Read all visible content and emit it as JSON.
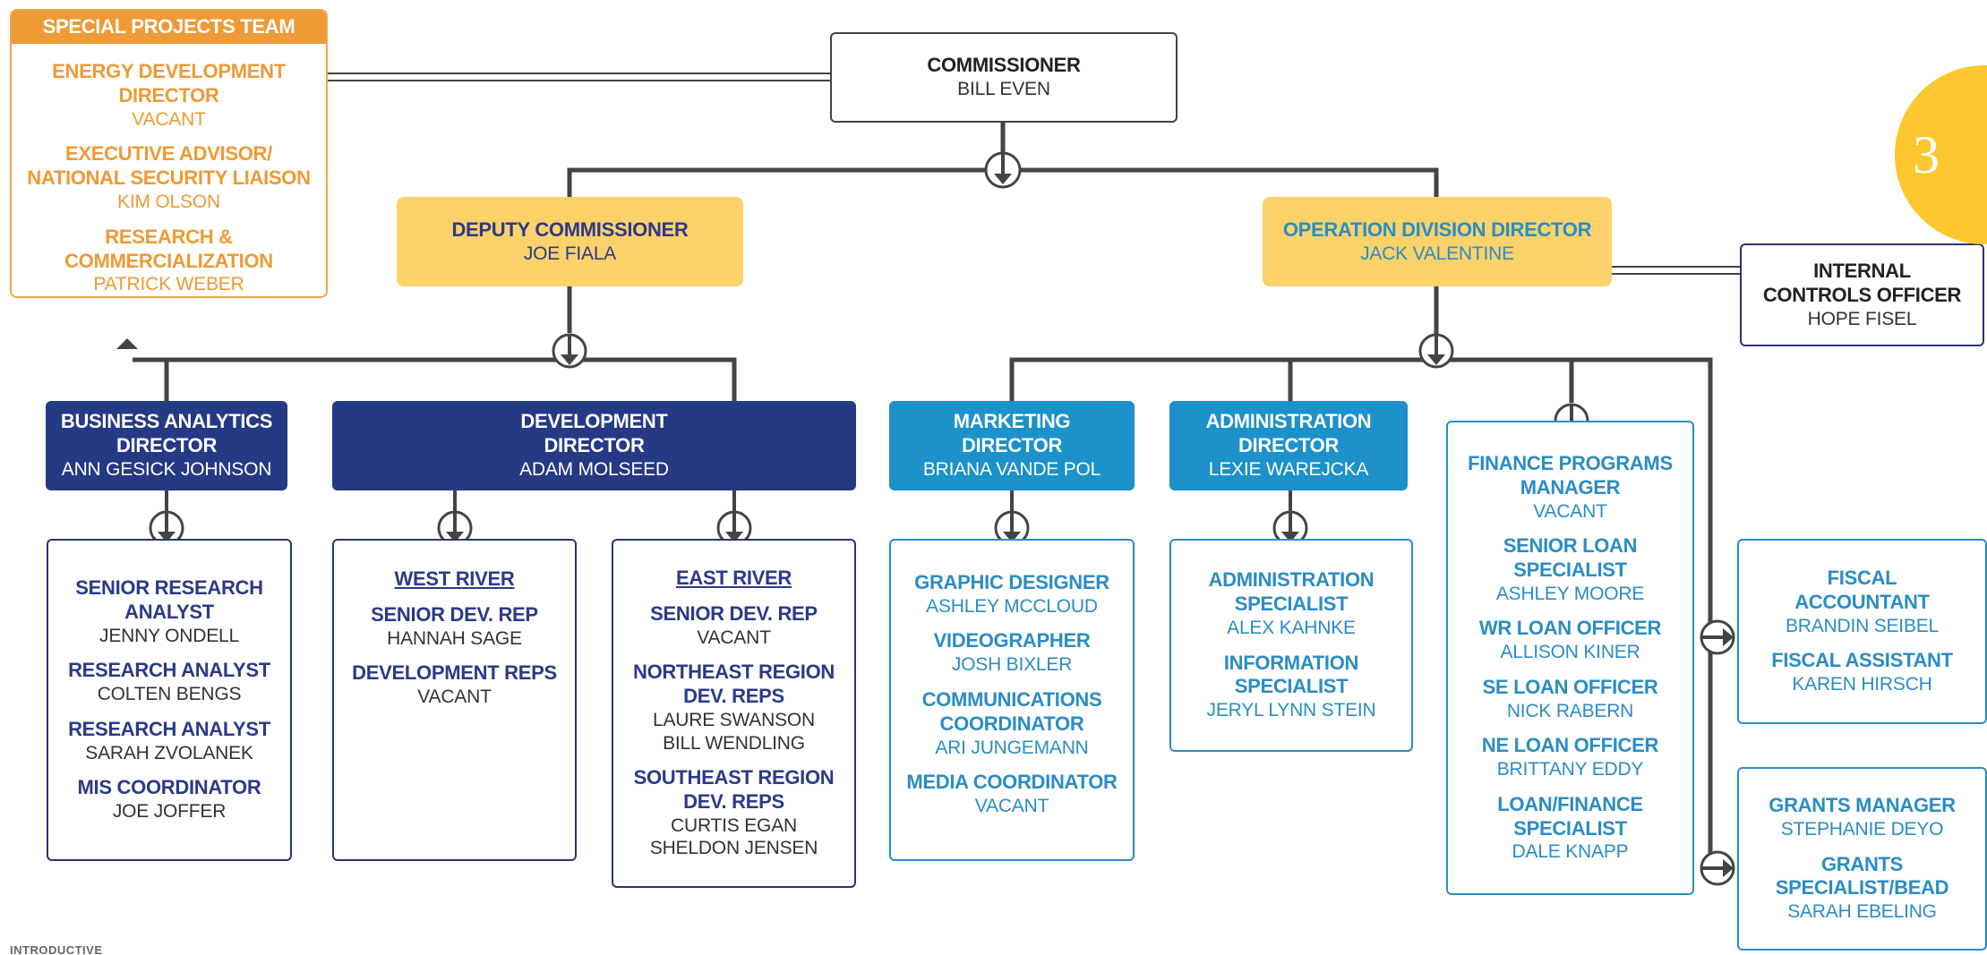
{
  "colors": {
    "gold": "#fcd26a",
    "orange": "#ef9a35",
    "navy": "#253985",
    "light_blue": "#1c91ca",
    "connector": "#444444"
  },
  "badge": {
    "text": "3"
  },
  "commissioner": {
    "title": "COMMISSIONER",
    "name": "BILL EVEN"
  },
  "deputy": {
    "title": "DEPUTY COMMISSIONER",
    "name": "JOE FIALA"
  },
  "operation": {
    "title": "OPERATION DIVISION DIRECTOR",
    "name": "JACK VALENTINE"
  },
  "internal_controls": {
    "title_1": "INTERNAL",
    "title_2": "CONTROLS OFFICER",
    "name": "HOPE FISEL"
  },
  "special_projects": {
    "header": "SPECIAL PROJECTS TEAM",
    "members": [
      {
        "title_1": "ENERGY DEVELOPMENT",
        "title_2": "DIRECTOR",
        "name": "VACANT"
      },
      {
        "title_1": "EXECUTIVE ADVISOR/",
        "title_2": "NATIONAL SECURITY LIAISON",
        "name": "KIM OLSON"
      },
      {
        "title_1": "RESEARCH &",
        "title_2": "COMMERCIALIZATION",
        "name": "PATRICK WEBER"
      }
    ]
  },
  "business_analytics": {
    "title_1": "BUSINESS ANALYTICS",
    "title_2": "DIRECTOR",
    "name": "ANN GESICK JOHNSON"
  },
  "development": {
    "title_1": "DEVELOPMENT",
    "title_2": "DIRECTOR",
    "name": "ADAM MOLSEED"
  },
  "marketing": {
    "title_1": "MARKETING",
    "title_2": "DIRECTOR",
    "name": "BRIANA VANDE POL"
  },
  "administration": {
    "title_1": "ADMINISTRATION",
    "title_2": "DIRECTOR",
    "name": "LEXIE WAREJCKA"
  },
  "research_team": [
    {
      "title_1": "SENIOR RESEARCH",
      "title_2": "ANALYST",
      "name": "JENNY ONDELL"
    },
    {
      "title_1": "RESEARCH ANALYST",
      "name": "COLTEN BENGS"
    },
    {
      "title_1": "RESEARCH ANALYST",
      "name": "SARAH ZVOLANEK"
    },
    {
      "title_1": "MIS COORDINATOR",
      "name": "JOE JOFFER"
    }
  ],
  "west_river": {
    "heading": "WEST RIVER",
    "members": [
      {
        "title": "SENIOR DEV. REP",
        "name": "HANNAH SAGE"
      },
      {
        "title": "DEVELOPMENT REPS",
        "name": "VACANT"
      }
    ]
  },
  "east_river": {
    "heading": "EAST RIVER",
    "senior": {
      "title": "SENIOR DEV. REP",
      "name": "VACANT"
    },
    "northeast": {
      "title_1": "NORTHEAST REGION",
      "title_2": "DEV. REPS",
      "name_1": "LAURE SWANSON",
      "name_2": "BILL WENDLING"
    },
    "southeast": {
      "title_1": "SOUTHEAST REGION",
      "title_2": "DEV. REPS",
      "name_1": "CURTIS EGAN",
      "name_2": "SHELDON JENSEN"
    }
  },
  "marketing_team": [
    {
      "title_1": "GRAPHIC DESIGNER",
      "name": "ASHLEY MCCLOUD"
    },
    {
      "title_1": "VIDEOGRAPHER",
      "name": "JOSH BIXLER"
    },
    {
      "title_1": "COMMUNICATIONS",
      "title_2": "COORDINATOR",
      "name": "ARI JUNGEMANN"
    },
    {
      "title_1": "MEDIA COORDINATOR",
      "name": "VACANT"
    }
  ],
  "admin_team": [
    {
      "title_1": "ADMINISTRATION",
      "title_2": "SPECIALIST",
      "name": "ALEX KAHNKE"
    },
    {
      "title_1": "INFORMATION",
      "title_2": "SPECIALIST",
      "name": "JERYL LYNN STEIN"
    }
  ],
  "finance_team": [
    {
      "title_1": "FINANCE PROGRAMS",
      "title_2": "MANAGER",
      "name": "VACANT"
    },
    {
      "title_1": "SENIOR LOAN",
      "title_2": "SPECIALIST",
      "name": "ASHLEY MOORE"
    },
    {
      "title_1": "WR LOAN OFFICER",
      "name": "ALLISON KINER"
    },
    {
      "title_1": "SE LOAN OFFICER",
      "name": "NICK RABERN"
    },
    {
      "title_1": "NE LOAN OFFICER",
      "name": "BRITTANY EDDY"
    },
    {
      "title_1": "LOAN/FINANCE",
      "title_2": "SPECIALIST",
      "name": "DALE KNAPP"
    }
  ],
  "fiscal_team": [
    {
      "title_1": "FISCAL",
      "title_2": "ACCOUNTANT",
      "name": "BRANDIN SEIBEL"
    },
    {
      "title_1": "FISCAL ASSISTANT",
      "name": "KAREN HIRSCH"
    }
  ],
  "grants_team": [
    {
      "title_1": "GRANTS MANAGER",
      "name": "STEPHANIE DEYO"
    },
    {
      "title_1": "GRANTS",
      "title_2": "SPECIALIST/BEAD",
      "name": "SARAH EBELING"
    }
  ],
  "footer": {
    "text": "INTRODUCTIVE"
  }
}
